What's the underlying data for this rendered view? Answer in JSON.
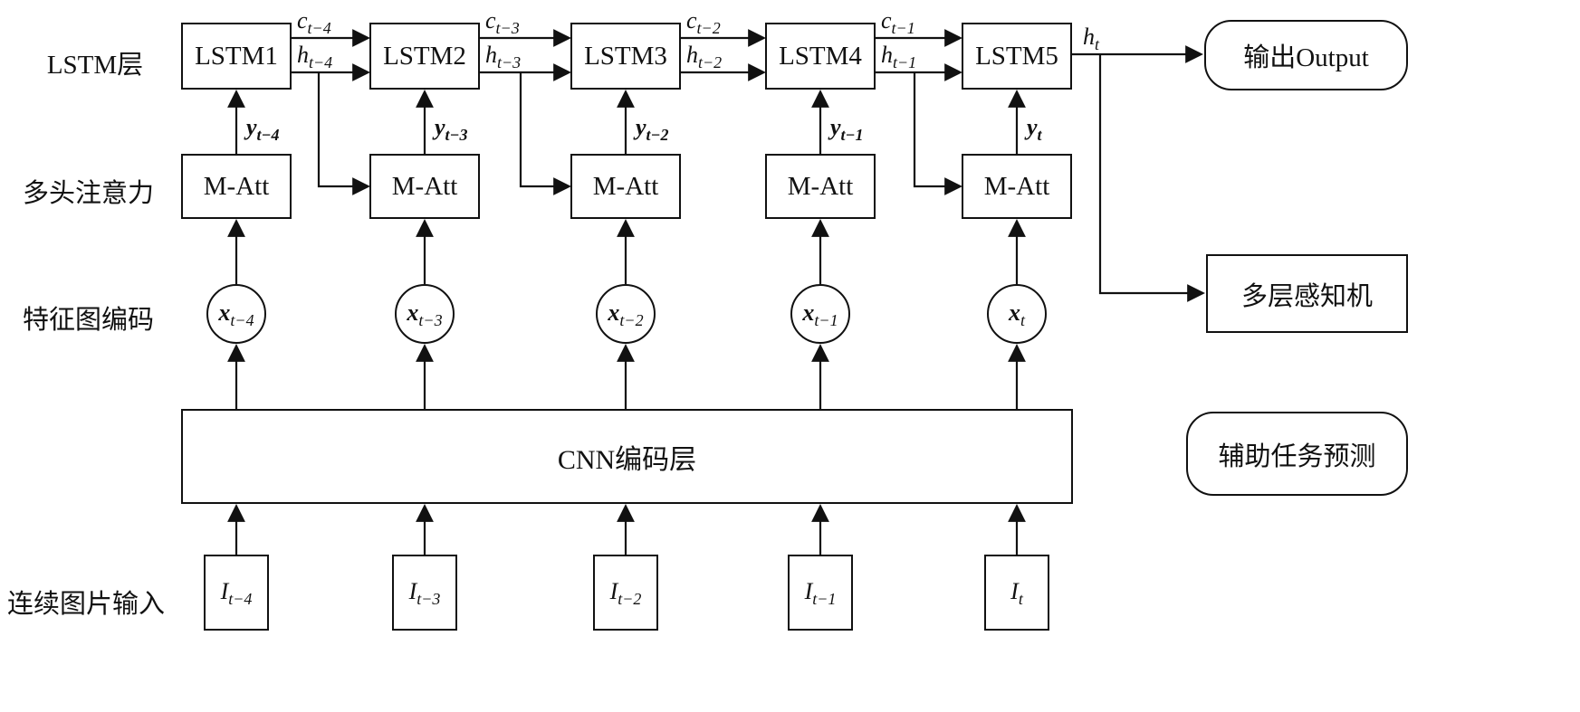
{
  "rows": {
    "lstm_label": "LSTM层",
    "attention_label": "多头注意力",
    "feature_label": "特征图编码",
    "input_label": "连续图片输入"
  },
  "lstm_boxes": [
    "LSTM1",
    "LSTM2",
    "LSTM3",
    "LSTM4",
    "LSTM5"
  ],
  "att_boxes": [
    "M-Att",
    "M-Att",
    "M-Att",
    "M-Att",
    "M-Att"
  ],
  "cnn_label": "CNN编码层",
  "feature_nodes": [
    {
      "main": "x",
      "sub": "t−4"
    },
    {
      "main": "x",
      "sub": "t−3"
    },
    {
      "main": "x",
      "sub": "t−2"
    },
    {
      "main": "x",
      "sub": "t−1"
    },
    {
      "main": "x",
      "sub": "t"
    }
  ],
  "input_nodes": [
    {
      "main": "I",
      "sub": "t−4"
    },
    {
      "main": "I",
      "sub": "t−3"
    },
    {
      "main": "I",
      "sub": "t−2"
    },
    {
      "main": "I",
      "sub": "t−1"
    },
    {
      "main": "I",
      "sub": "t"
    }
  ],
  "edge_labels": {
    "c": [
      {
        "main": "c",
        "sub": "t−4"
      },
      {
        "main": "c",
        "sub": "t−3"
      },
      {
        "main": "c",
        "sub": "t−2"
      },
      {
        "main": "c",
        "sub": "t−1"
      }
    ],
    "h": [
      {
        "main": "h",
        "sub": "t−4"
      },
      {
        "main": "h",
        "sub": "t−3"
      },
      {
        "main": "h",
        "sub": "t−2"
      },
      {
        "main": "h",
        "sub": "t−1"
      }
    ],
    "y": [
      {
        "main": "y",
        "sub": "t−4"
      },
      {
        "main": "y",
        "sub": "t−3"
      },
      {
        "main": "y",
        "sub": "t−2"
      },
      {
        "main": "y",
        "sub": "t−1"
      },
      {
        "main": "y",
        "sub": "t"
      }
    ],
    "ht": {
      "main": "h",
      "sub": "t"
    }
  },
  "outputs": {
    "output_box": "输出Output",
    "mlp_box": "多层感知机",
    "aux_box": "辅助任务预测"
  }
}
